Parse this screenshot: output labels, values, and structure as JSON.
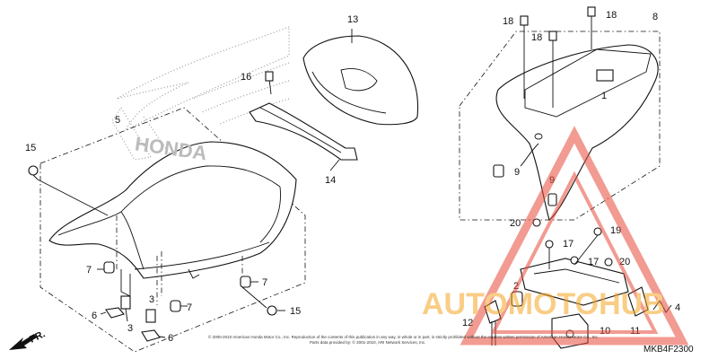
{
  "diagram": {
    "callouts": [
      {
        "id": "c13",
        "text": "13"
      },
      {
        "id": "c16",
        "text": "16"
      },
      {
        "id": "c14",
        "text": "14"
      },
      {
        "id": "c5",
        "text": "5"
      },
      {
        "id": "c15a",
        "text": "15"
      },
      {
        "id": "c15b",
        "text": "15"
      },
      {
        "id": "c7a",
        "text": "7"
      },
      {
        "id": "c7b",
        "text": "7"
      },
      {
        "id": "c7c",
        "text": "7"
      },
      {
        "id": "c6a",
        "text": "6"
      },
      {
        "id": "c6b",
        "text": "6"
      },
      {
        "id": "c3a",
        "text": "3"
      },
      {
        "id": "c3b",
        "text": "3"
      },
      {
        "id": "c8",
        "text": "8"
      },
      {
        "id": "c18a",
        "text": "18"
      },
      {
        "id": "c18b",
        "text": "18"
      },
      {
        "id": "c18c",
        "text": "18"
      },
      {
        "id": "c1",
        "text": "1"
      },
      {
        "id": "c9a",
        "text": "9"
      },
      {
        "id": "c9b",
        "text": "9"
      },
      {
        "id": "c20a",
        "text": "20"
      },
      {
        "id": "c20b",
        "text": "20"
      },
      {
        "id": "c17a",
        "text": "17"
      },
      {
        "id": "c17b",
        "text": "17"
      },
      {
        "id": "c19",
        "text": "19"
      },
      {
        "id": "c2",
        "text": "2"
      },
      {
        "id": "c12",
        "text": "12"
      },
      {
        "id": "c10",
        "text": "10"
      },
      {
        "id": "c11",
        "text": "11"
      },
      {
        "id": "c4",
        "text": "4"
      }
    ],
    "direction_label": "FR.",
    "diagram_code": "MKB4F2300",
    "seat_emboss": "HONDA",
    "copyright": "© 2000-2010 American Honda Motor Co., Inc. Reproduction of the contents of this publication in any way, in whole or in part, is strictly prohibited without the express written permission of American Honda Motor Co., Inc. Parts data provided by: © 2001-2010, ARI Network Services, Inc.",
    "watermark": "AUTOMOTOHUB",
    "colors": {
      "line": "#111111",
      "watermark_orange": "#f5a623",
      "watermark_red": "#e84b3a"
    }
  }
}
